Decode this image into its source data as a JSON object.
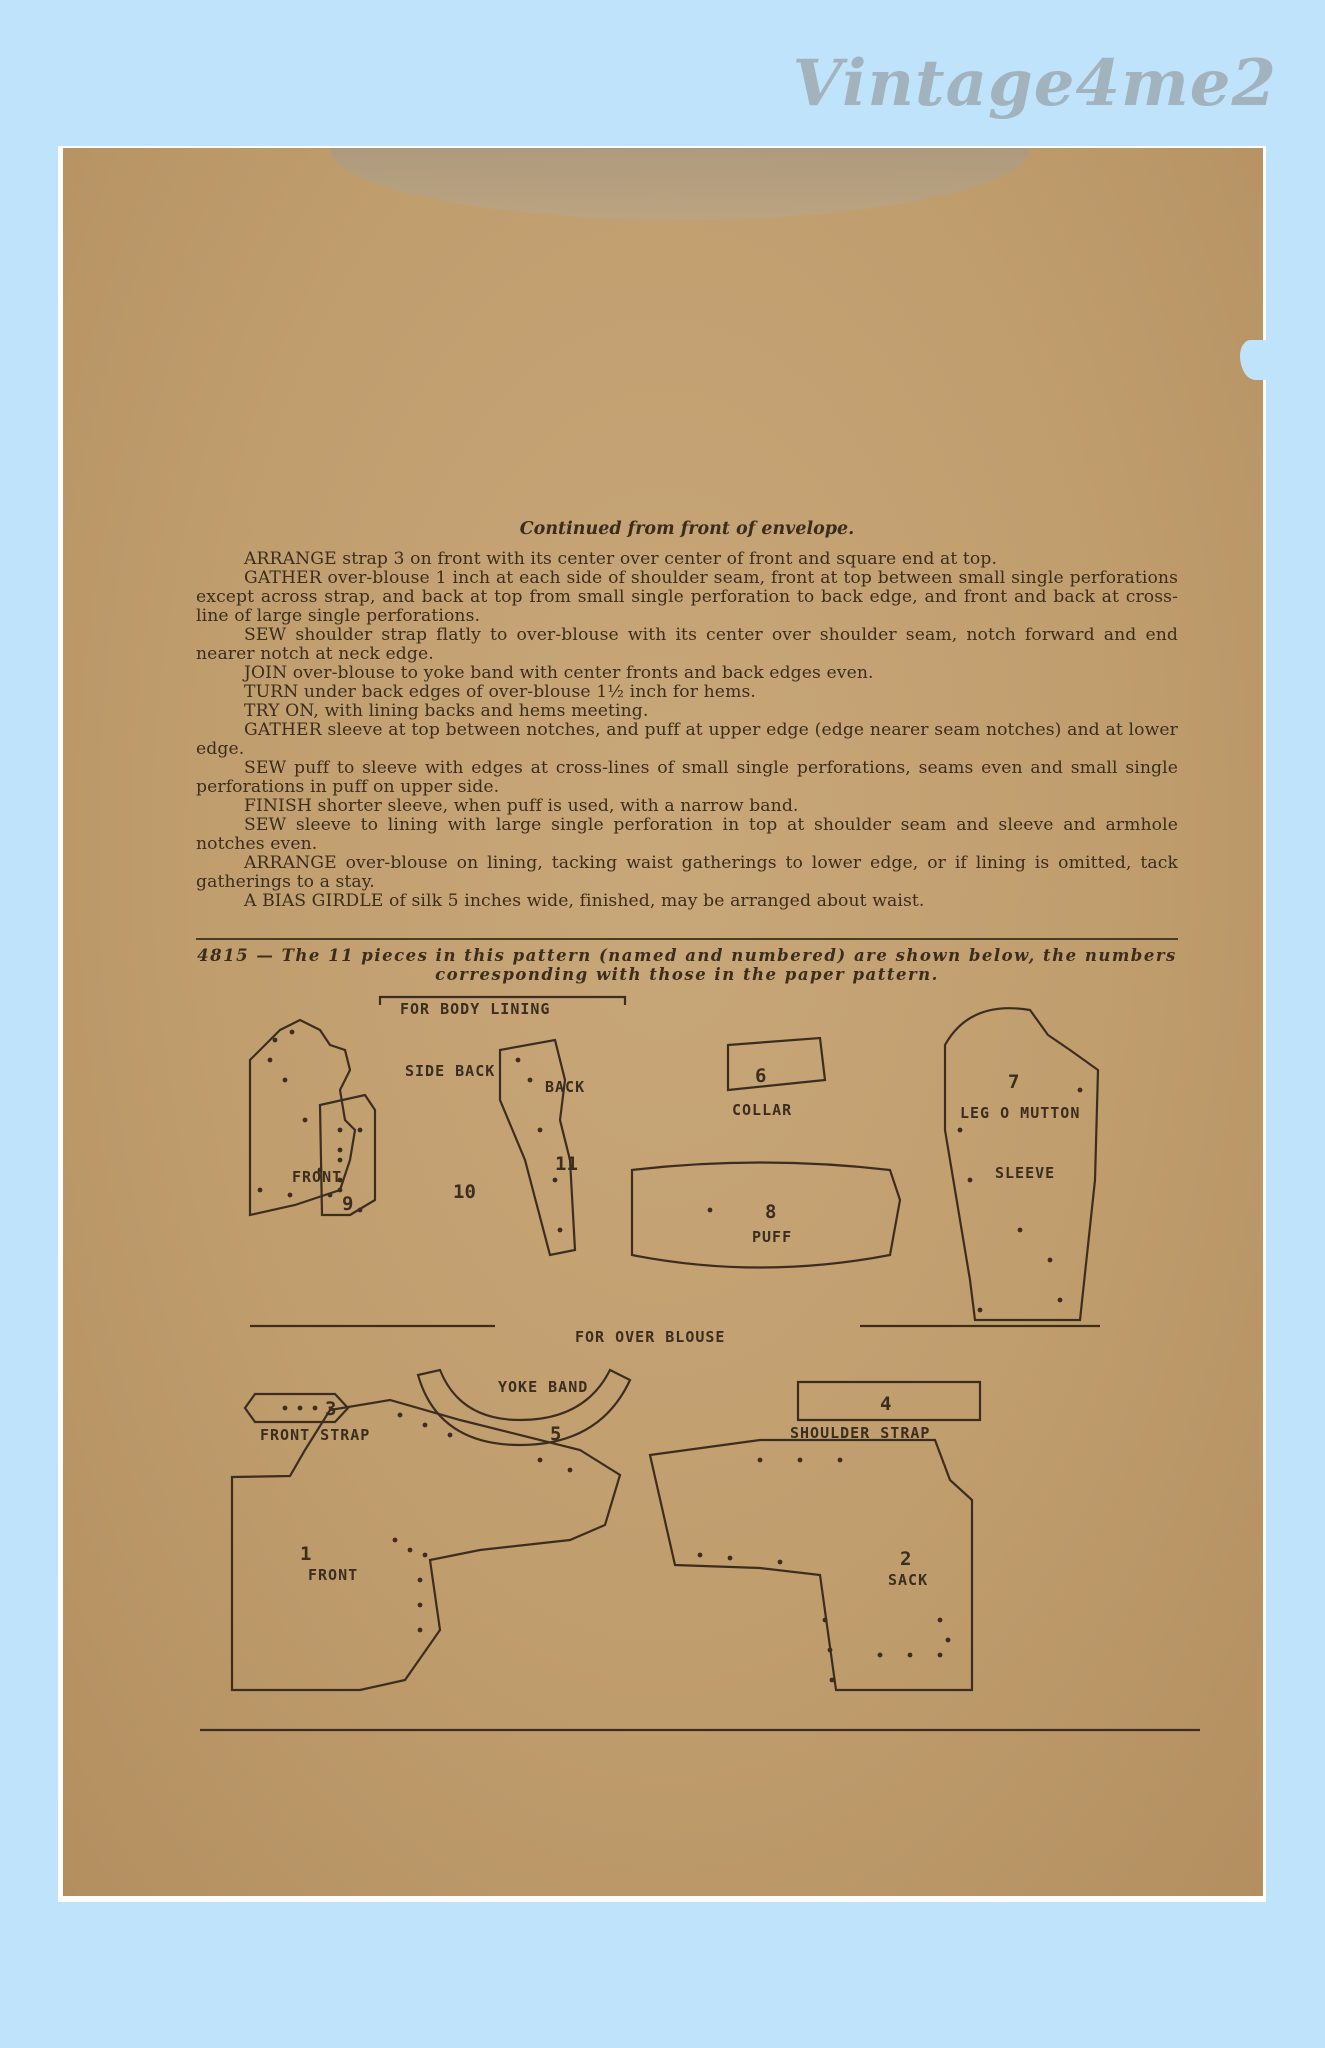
{
  "watermark": "Vintage4me2",
  "instructions": {
    "heading": "Continued from front of envelope.",
    "paragraphs": [
      "ARRANGE strap 3 on front with its center over center of front and square end at top.",
      "GATHER over-blouse 1 inch at each side of shoulder seam, front at top between small single perforations except across strap, and back at top from small single perforation to back edge, and front and back at cross-line of large single perforations.",
      "SEW shoulder strap flatly to over-blouse with its center over shoulder seam, notch forward and end nearer notch at neck edge.",
      "JOIN over-blouse to yoke band with center fronts and back edges even.",
      "TURN under back edges of over-blouse 1½ inch for hems.",
      "TRY ON, with lining backs and hems meeting.",
      "GATHER sleeve at top between notches, and puff at upper edge (edge nearer seam notches) and at lower edge.",
      "SEW puff to sleeve with edges at cross-lines of small single perforations, seams even and small single perforations in puff on upper side.",
      "FINISH shorter sleeve, when puff is used, with a narrow band.",
      "SEW sleeve to lining with large single perforation in top at shoulder seam and sleeve and armhole notches even.",
      "ARRANGE over-blouse on lining, tacking waist gatherings to lower edge, or if lining is omitted, tack gatherings to a stay.",
      "A BIAS GIRDLE of silk 5 inches wide, finished, may be arranged about waist."
    ]
  },
  "pattern_caption": "4815 — The 11 pieces in this pattern (named and numbered) are shown below, the numbers corresponding with those in the paper pattern.",
  "groups": {
    "body_lining": "FOR BODY LINING",
    "over_blouse": "FOR OVER BLOUSE"
  },
  "pieces": {
    "front_lining": {
      "name": "FRONT",
      "number": "9"
    },
    "side_back": {
      "name": "SIDE BACK",
      "number": "10"
    },
    "back": {
      "name": "BACK",
      "number": "11"
    },
    "collar": {
      "name": "COLLAR",
      "number": "6"
    },
    "puff": {
      "name": "PUFF",
      "number": "8"
    },
    "sleeve": {
      "name_top": "LEG O MUTTON",
      "name_bottom": "SLEEVE",
      "number": "7"
    },
    "front_strap": {
      "name": "FRONT STRAP",
      "number": "3"
    },
    "yoke_band": {
      "name": "YOKE BAND",
      "number": "5"
    },
    "shoulder_strap": {
      "name": "SHOULDER STRAP",
      "number": "4"
    },
    "front": {
      "name": "FRONT",
      "number": "1"
    },
    "sack": {
      "name": "SACK",
      "number": "2"
    }
  }
}
